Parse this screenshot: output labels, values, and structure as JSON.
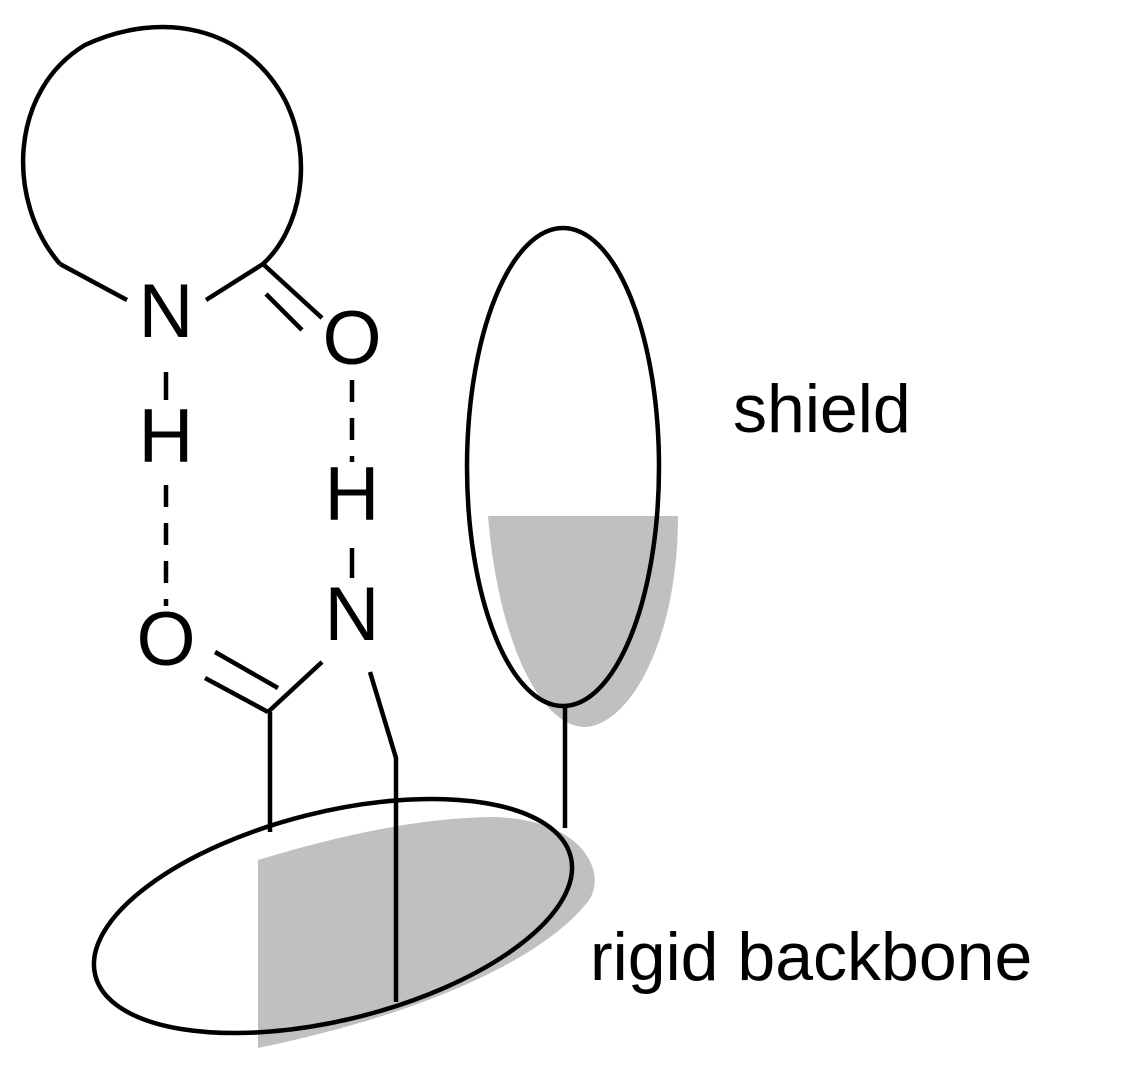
{
  "diagram": {
    "atoms": {
      "n_top": "N",
      "h_left": "H",
      "o_top": "O",
      "h_right": "H",
      "o_bottom": "O",
      "n_bottom": "N"
    },
    "labels": {
      "shield": "shield",
      "backbone": "rigid backbone"
    }
  },
  "colors": {
    "line": "#000000",
    "shade": "#c0c0c0",
    "background": "#ffffff"
  }
}
